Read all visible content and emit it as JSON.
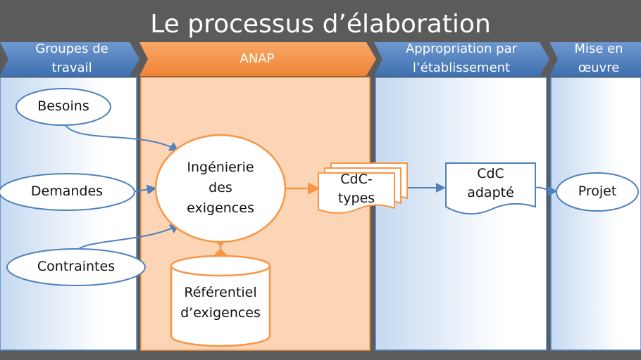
{
  "title": "Le processus d’élaboration",
  "lanes": [
    {
      "label_l1": "Groupes de",
      "label_l2": "travail"
    },
    {
      "label": "ANAP"
    },
    {
      "label_l1": "Appropriation par",
      "label_l2": "l’établissement"
    },
    {
      "label_l1": "Mise en",
      "label_l2": "œuvre"
    }
  ],
  "nodes": {
    "besoins": "Besoins",
    "demandes": "Demandes",
    "contraintes": "Contraintes",
    "ingenierie": {
      "l1": "Ingénierie",
      "l2": "des",
      "l3": "exigences"
    },
    "referentiel": {
      "l1": "Référentiel",
      "l2": "d’exigences"
    },
    "cdc_types": {
      "l1": "CdC-",
      "l2": "types"
    },
    "cdc_adapte": {
      "l1": "CdC",
      "l2": "adapté"
    },
    "projet": "Projet"
  },
  "colors": {
    "background": "#5b5b5b",
    "header_blue": "#4f81bd",
    "header_orange": "#f79646",
    "lane_orange": "#fbd5b5",
    "edge_blue": "#4f81bd",
    "edge_orange": "#f79646"
  }
}
